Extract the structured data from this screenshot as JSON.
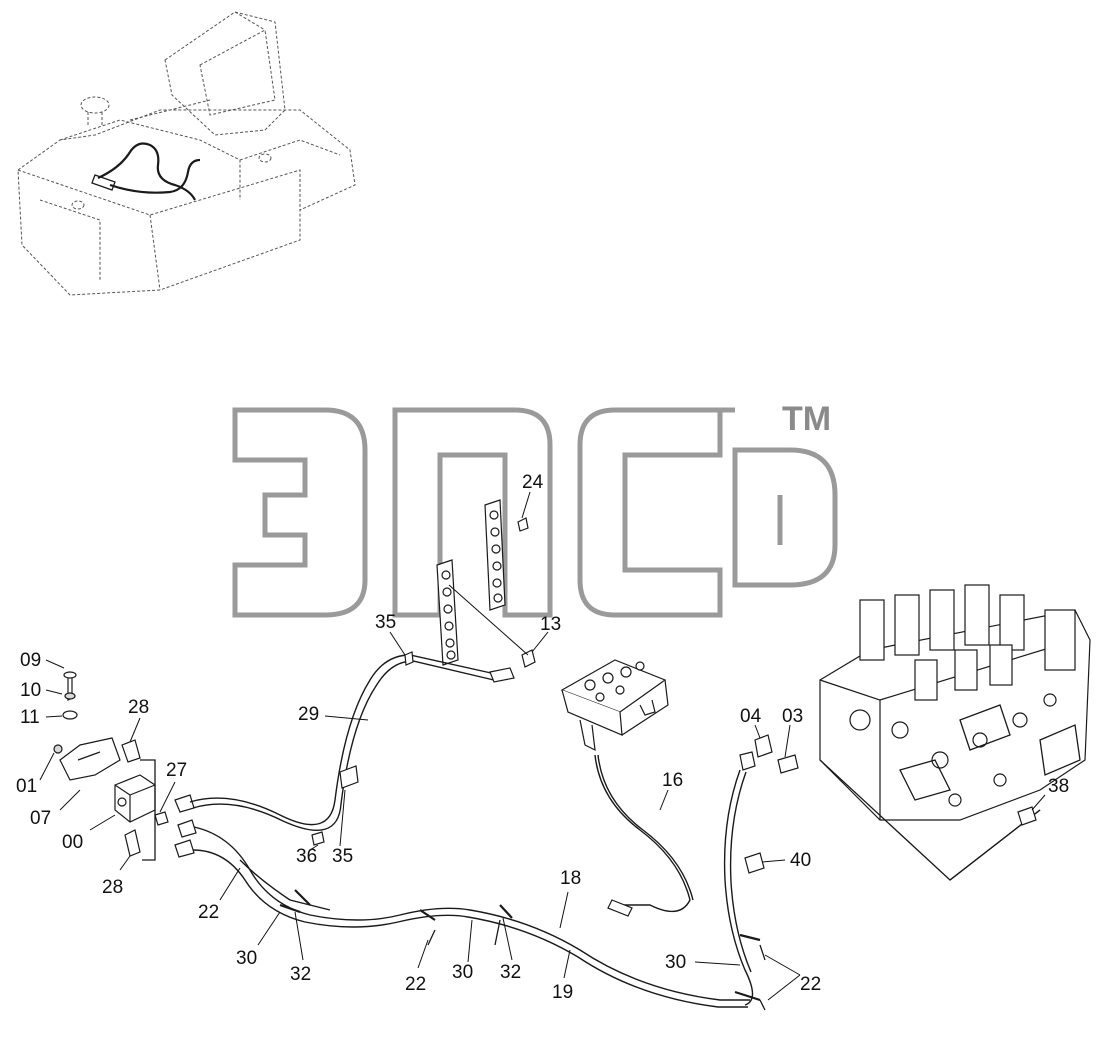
{
  "watermark": {
    "mark": "TM"
  },
  "callouts": {
    "c00": "00",
    "c01": "01",
    "c03": "03",
    "c04": "04",
    "c07": "07",
    "c09": "09",
    "c10": "10",
    "c11": "11",
    "c13": "13",
    "c16": "16",
    "c18": "18",
    "c19": "19",
    "c22a": "22",
    "c22b": "22",
    "c22c": "22",
    "c24": "24",
    "c27": "27",
    "c28a": "28",
    "c28b": "28",
    "c29": "29",
    "c30a": "30",
    "c30b": "30",
    "c30c": "30",
    "c32a": "32",
    "c32b": "32",
    "c35a": "35",
    "c35b": "35",
    "c36": "36",
    "c38": "38",
    "c40": "40"
  },
  "colors": {
    "ink": "#1a1a1a",
    "watermark": "#9a9a9a",
    "background": "#ffffff"
  }
}
